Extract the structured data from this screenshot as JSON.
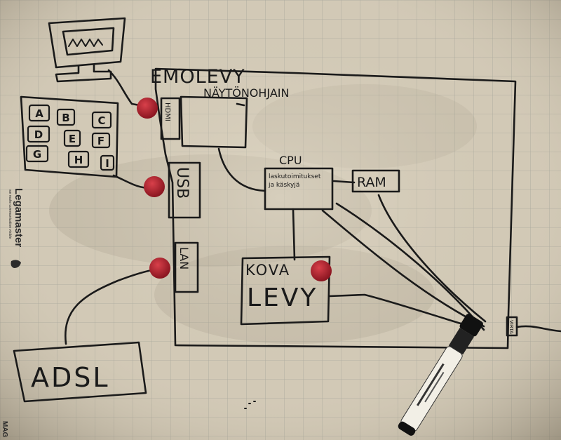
{
  "diagram": {
    "board_label": "EMOLEVY",
    "components": {
      "gpu": "NÄYTÖNOHJAIN",
      "cpu": "CPU",
      "cpu_sub_1": "laskutoimitukset",
      "cpu_sub_2": "ja käskyjä",
      "ram": "RAM",
      "disk_line1": "KOVA",
      "disk_line2": "LEVY",
      "usb": "USB",
      "lan": "LAN",
      "hdmi": "HDMI",
      "power": "VIRTA",
      "adsl": "ADSL"
    },
    "keyboard_keys": [
      "A",
      "B",
      "C",
      "D",
      "E",
      "F",
      "G",
      "H",
      "I"
    ],
    "monitor_scribble": "mmm"
  },
  "whiteboard": {
    "brand_name": "Legamaster",
    "brand_tagline": "we make communication visible",
    "corner_text": "MAG"
  },
  "colors": {
    "board": "#cfc6b3",
    "grid": "#a6a69b",
    "ink": "#1a1a1a",
    "magnet": "#b01e2a"
  }
}
